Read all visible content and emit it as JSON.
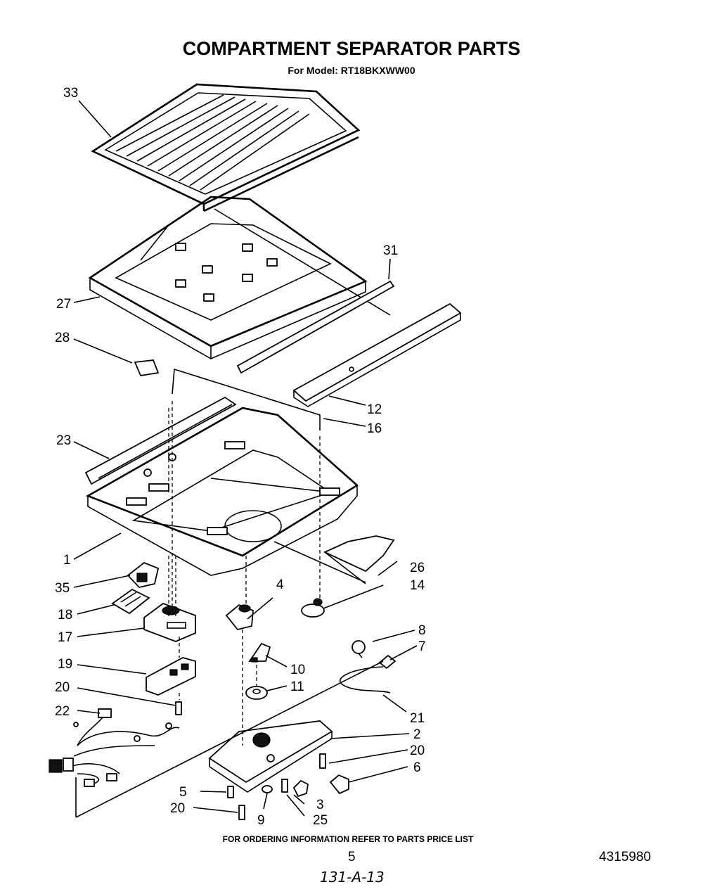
{
  "header": {
    "title": "COMPARTMENT SEPARATOR PARTS",
    "subtitle": "For Model: RT18BKXWW00"
  },
  "callouts": {
    "c1": "1",
    "c2": "2",
    "c3": "3",
    "c4": "4",
    "c5": "5",
    "c6": "6",
    "c7": "7",
    "c8": "8",
    "c9": "9",
    "c10": "10",
    "c11": "11",
    "c12": "12",
    "c14": "14",
    "c16": "16",
    "c17": "17",
    "c18": "18",
    "c19": "19",
    "c20a": "20",
    "c20b": "20",
    "c20c": "20",
    "c21": "21",
    "c22": "22",
    "c23": "23",
    "c25": "25",
    "c26": "26",
    "c27": "27",
    "c28": "28",
    "c31": "31",
    "c33": "33",
    "c35": "35"
  },
  "footer": {
    "ordering": "FOR ORDERING INFORMATION REFER TO PARTS PRICE LIST",
    "page": "5",
    "doc_number": "4315980",
    "handwritten": "131-A-13"
  }
}
